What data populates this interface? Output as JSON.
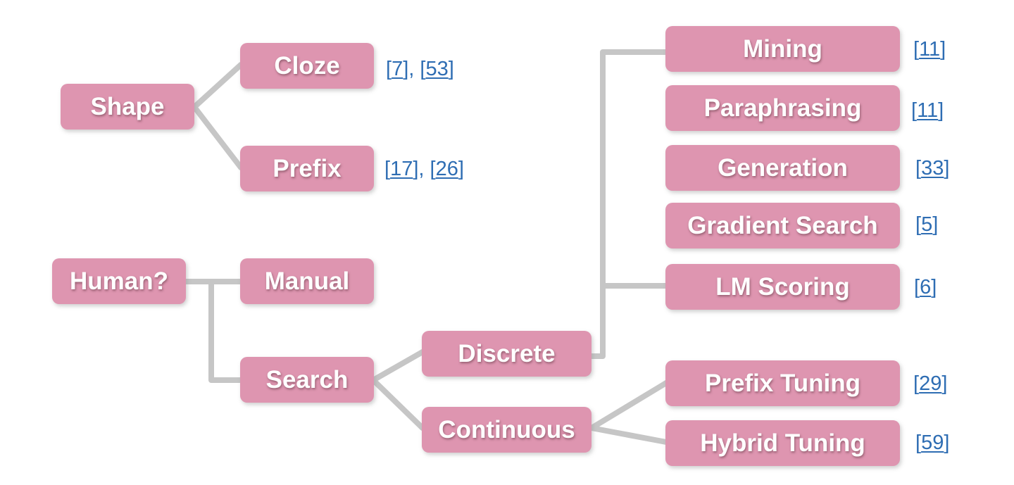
{
  "nodes": {
    "shape": "Shape",
    "cloze": "Cloze",
    "prefix": "Prefix",
    "human": "Human?",
    "manual": "Manual",
    "search": "Search",
    "discrete": "Discrete",
    "continuous": "Continuous",
    "mining": "Mining",
    "paraphrasing": "Paraphrasing",
    "generation": "Generation",
    "gradient_search": "Gradient Search",
    "lm_scoring": "LM Scoring",
    "prefix_tuning": "Prefix Tuning",
    "hybrid_tuning": "Hybrid Tuning"
  },
  "refs": {
    "cloze": [
      "7",
      "53"
    ],
    "prefix": [
      "17",
      "26"
    ],
    "mining": [
      "11"
    ],
    "paraphrasing": [
      "11"
    ],
    "generation": [
      "33"
    ],
    "gradient_search": [
      "5"
    ],
    "lm_scoring": [
      "6"
    ],
    "prefix_tuning": [
      "29"
    ],
    "hybrid_tuning": [
      "59"
    ]
  },
  "colors": {
    "node_fill": "#de95b0",
    "node_text": "#ffffff",
    "connector": "#c6c6c6",
    "reference_link": "#2e6db3"
  }
}
